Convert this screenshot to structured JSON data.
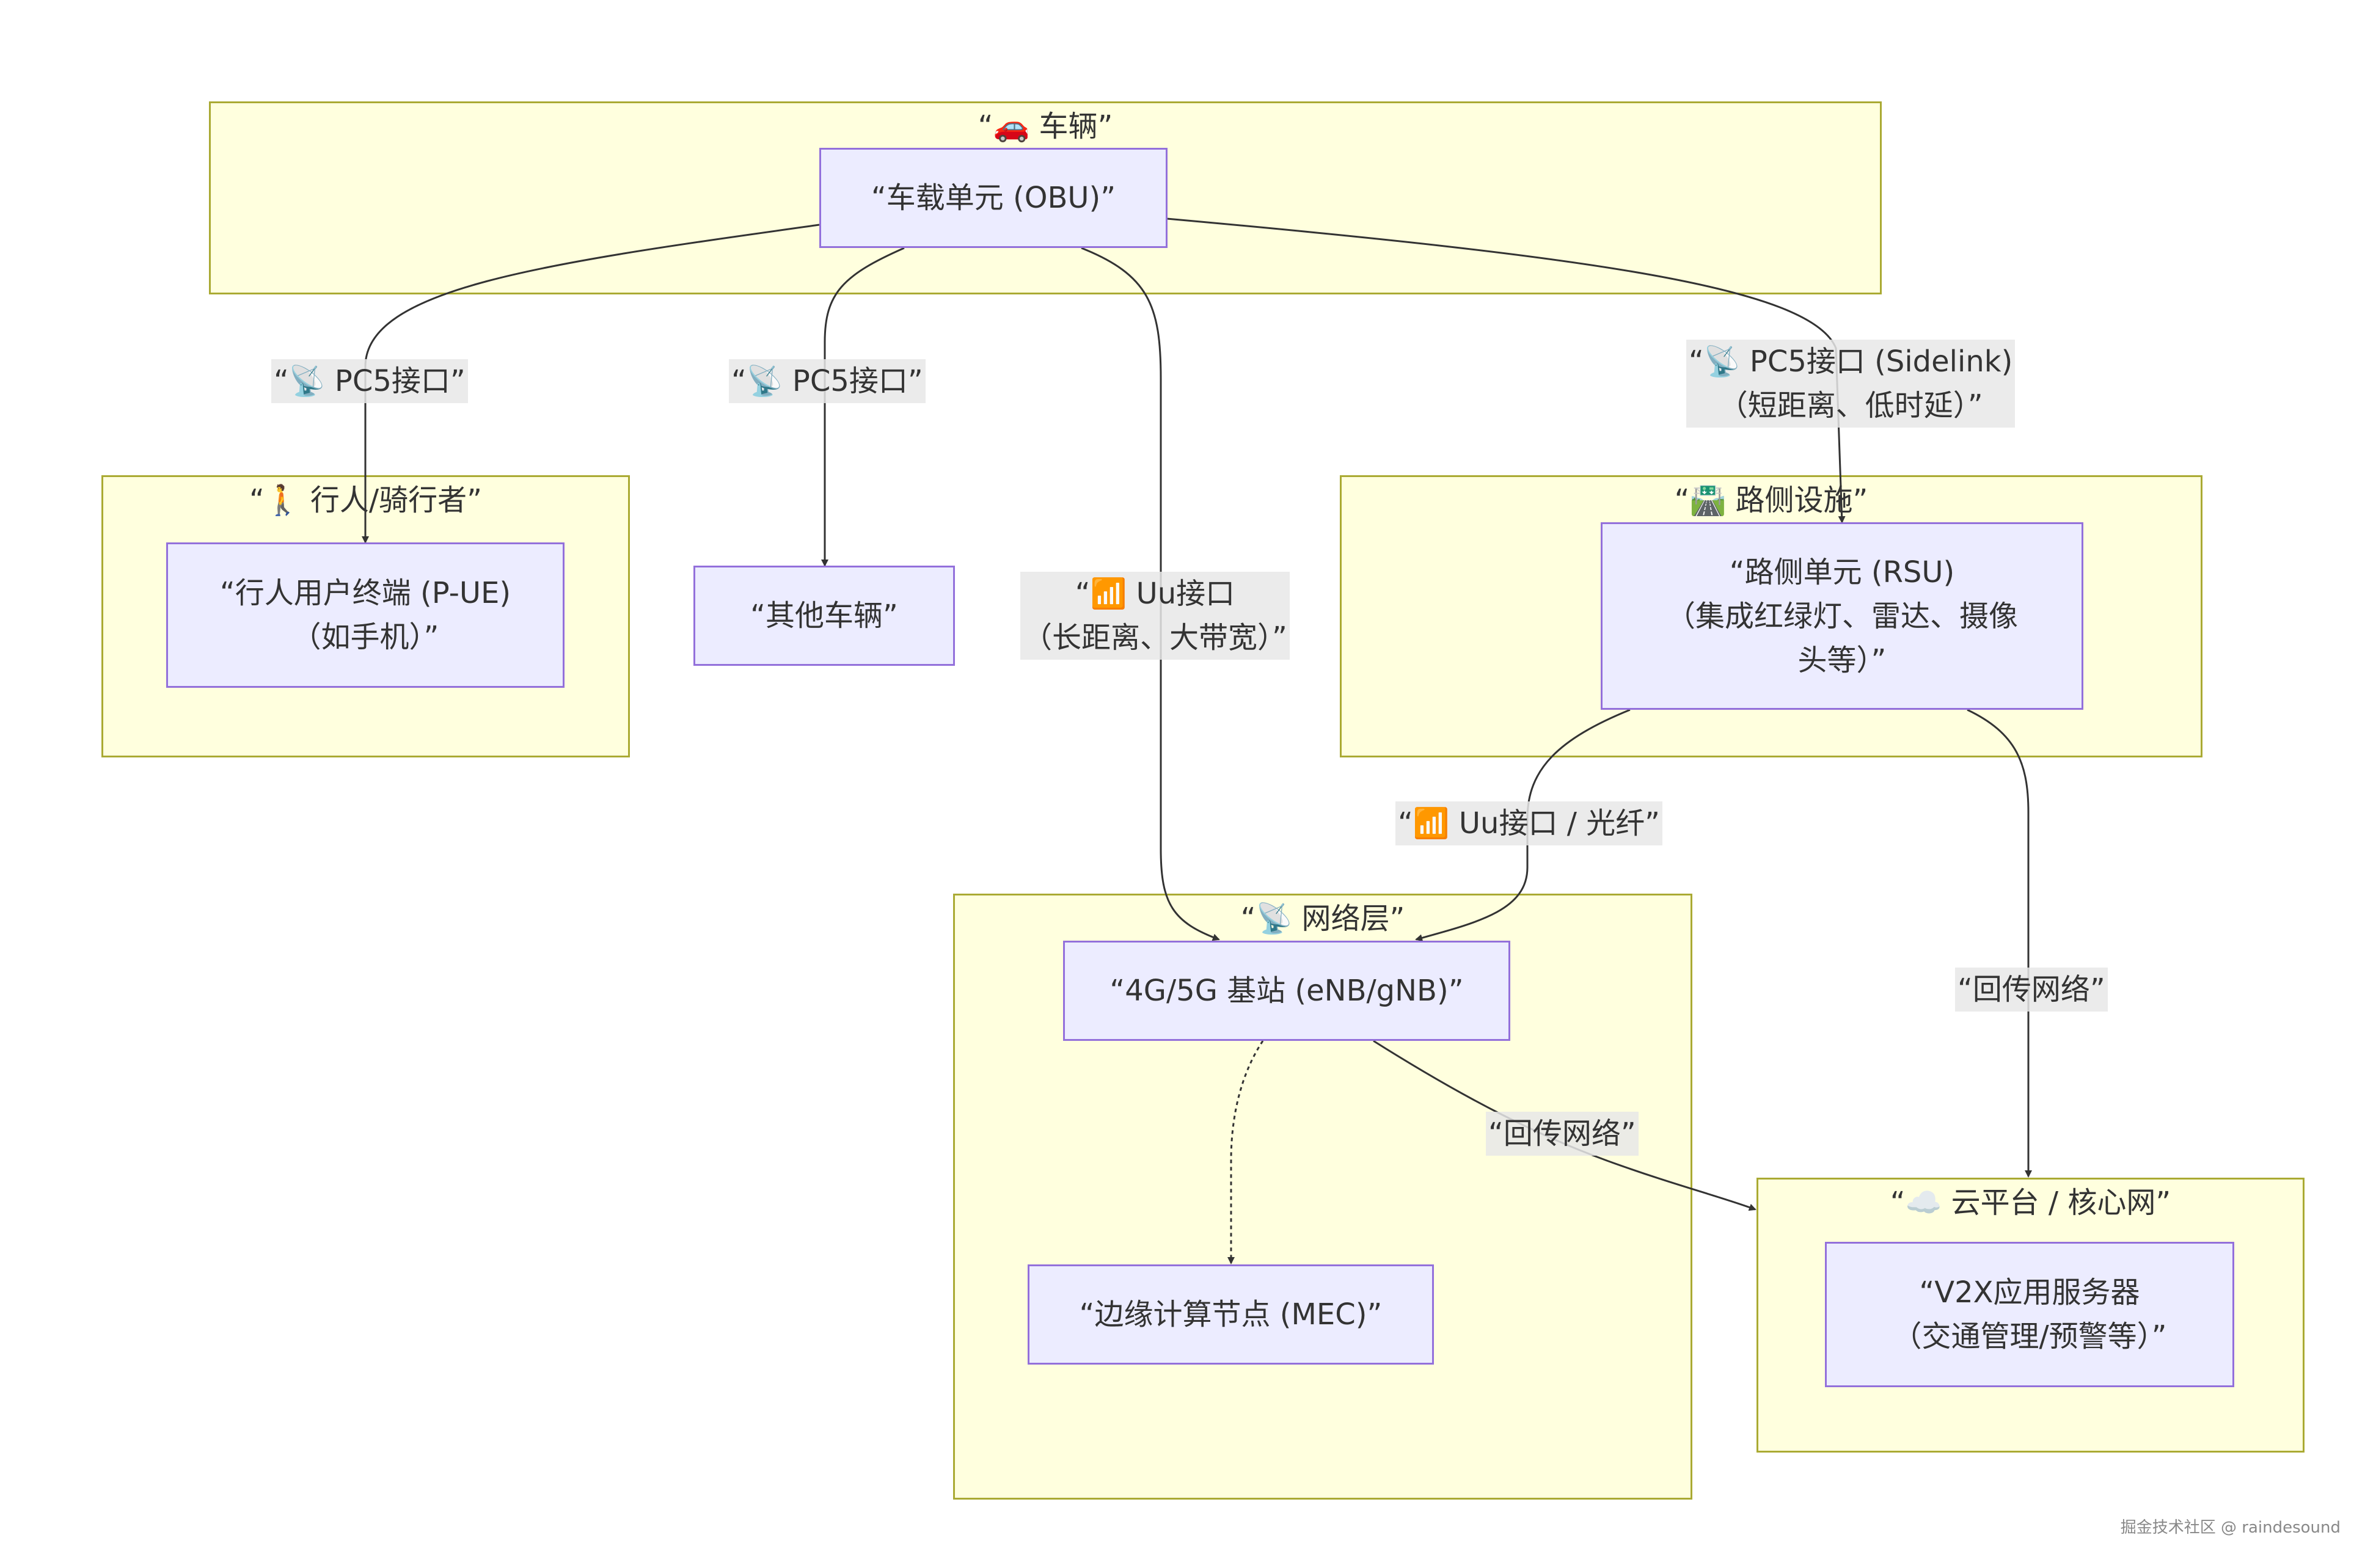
{
  "clusters": {
    "vehicle": {
      "title": "“🚗 车辆”"
    },
    "pedestrian": {
      "title": "“🚶 行人/骑行者”"
    },
    "roadside": {
      "title": "“🛣️ 路侧设施”"
    },
    "network": {
      "title": "“📡 网络层”"
    },
    "cloud": {
      "title": "“☁️ 云平台 / 核心网”"
    }
  },
  "nodes": {
    "obu": "“车载单元 (OBU)”",
    "pue": "“行人用户终端 (P-UE)\n（如手机）”",
    "other_vehicle": "“其他车辆”",
    "rsu": "“路侧单元 (RSU)\n（集成红绿灯、雷达、摄像\n头等）”",
    "base_station": "“4G/5G 基站 (eNB/gNB)”",
    "mec": "“边缘计算节点 (MEC)”",
    "v2x_server": "“V2X应用服务器\n（交通管理/预警等）”"
  },
  "edges": {
    "obu_to_pue": "“📡 PC5接口”",
    "obu_to_other": "“📡 PC5接口”",
    "obu_to_bs": "“📶 Uu接口\n（长距离、大带宽）”",
    "obu_to_rsu": "“📡 PC5接口 (Sidelink)\n（短距离、低时延）”",
    "rsu_to_bs": "“📶 Uu接口 / 光纤”",
    "rsu_to_cloud": "“回传网络”",
    "bs_to_cloud": "“回传网络”"
  },
  "watermark": "掘金技术社区 @ raindesound",
  "colors": {
    "cluster_fill": "#ffffde",
    "cluster_border": "#aaaa33",
    "node_fill": "#ececff",
    "node_border": "#9370db",
    "edge": "#333333",
    "label_bg": "#e8e8e8"
  }
}
